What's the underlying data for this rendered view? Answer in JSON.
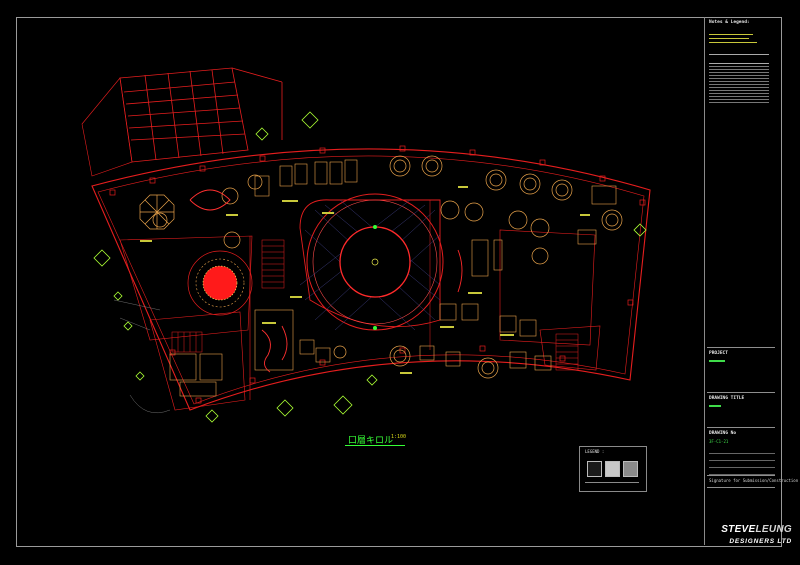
{
  "title_block": {
    "notes_heading": "Notes & Legend:",
    "project_label": "PROJECT",
    "drawing_title_label": "DRAWING TITLE",
    "drawing_no_label": "DRAWING No",
    "drawing_no_value": "3F-C1-21",
    "signature_note": "Signature for Submission/Construction"
  },
  "drawing": {
    "title": "口層キロル",
    "scale": "1:100"
  },
  "legend": {
    "label": "LEGEND :"
  },
  "brand": {
    "name_part1": "STEVE",
    "name_part2": "LEUNG",
    "subtitle": "DESIGNERS LTD"
  },
  "colors": {
    "background": "#000000",
    "walls": "#e61e1e",
    "furniture": "#e8a24a",
    "text_accent": "#36ff36",
    "plants": "#aaff33",
    "feature": "#ff1a1a"
  }
}
